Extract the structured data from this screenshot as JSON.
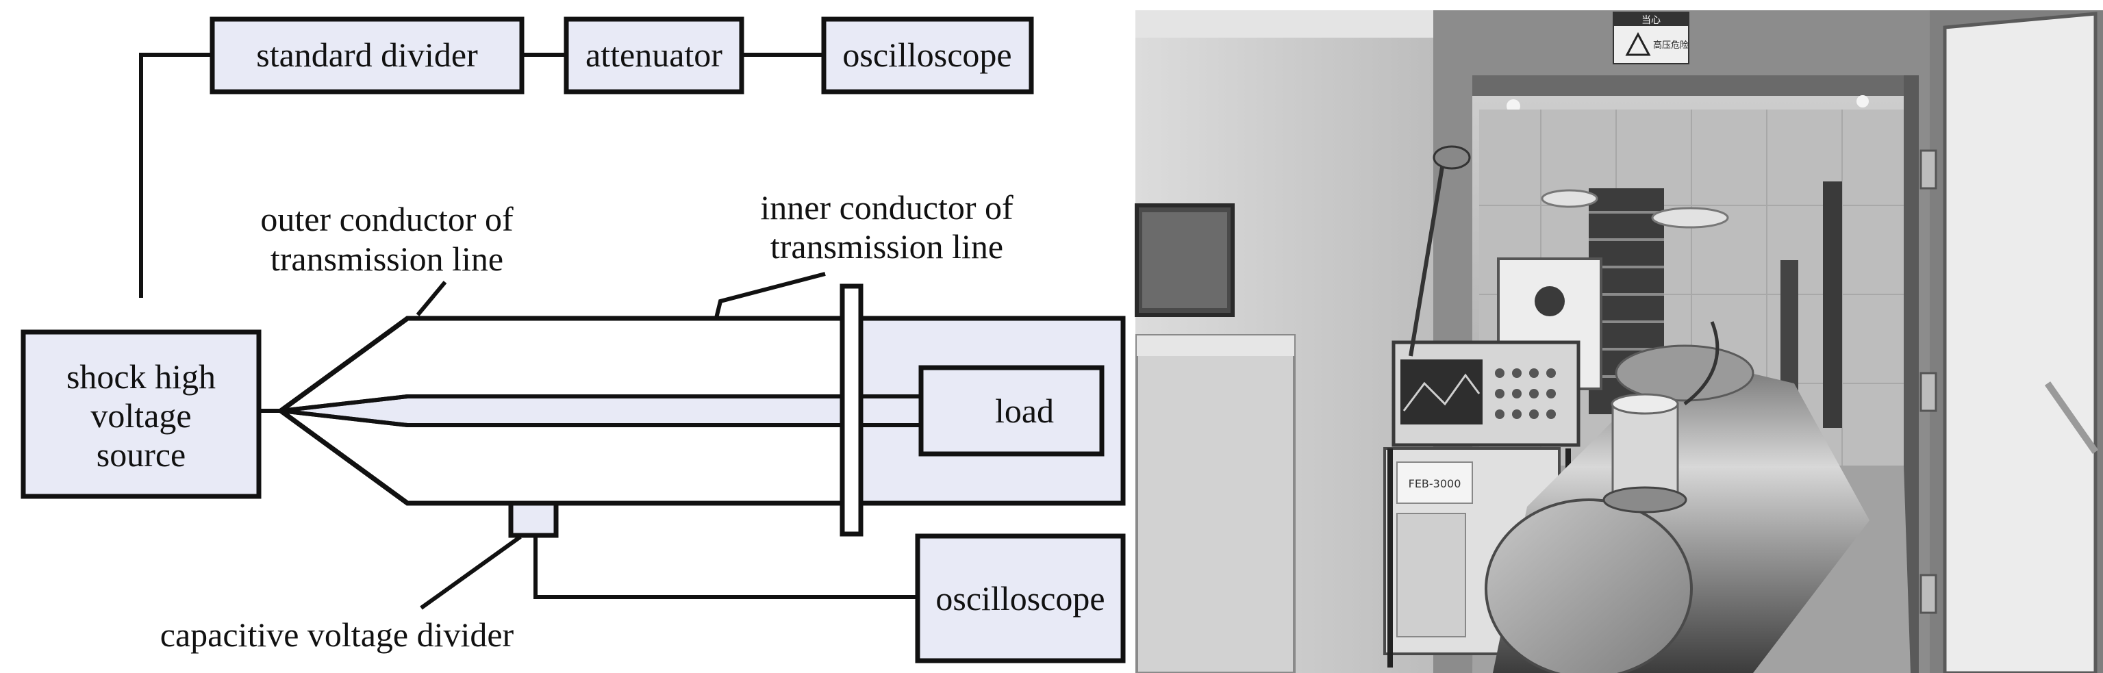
{
  "diagram": {
    "boxes": {
      "standard_divider": "standard divider",
      "attenuator": "attenuator",
      "oscilloscope_top": "oscilloscope",
      "source": [
        "shock high",
        "voltage",
        "source"
      ],
      "load": "load",
      "oscilloscope_bottom": "oscilloscope"
    },
    "labels": {
      "outer_conductor": [
        "outer conductor of",
        "transmission line"
      ],
      "inner_conductor": [
        "inner conductor of",
        "transmission line"
      ],
      "capacitive_divider": "capacitive voltage divider"
    }
  },
  "photo": {
    "warning_sign": "高压危险",
    "warning_sign_top": "当心",
    "instrument_label": "FEB-3000"
  },
  "colors": {
    "box_fill": "#e8eaf6",
    "line": "#111111",
    "photo_tone": "grayscale"
  }
}
